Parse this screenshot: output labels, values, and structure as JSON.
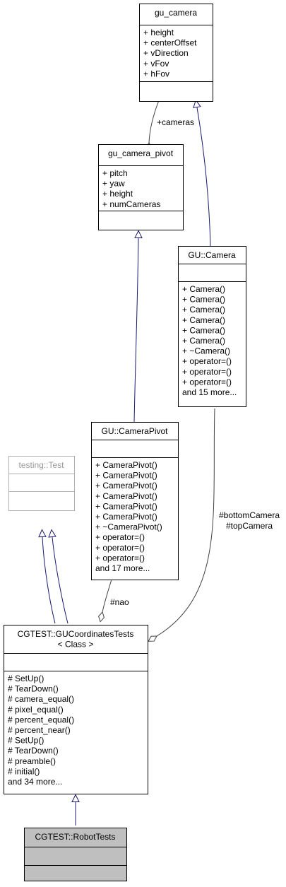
{
  "classes": {
    "gu_camera": {
      "title": [
        "gu_camera"
      ],
      "attributes": [
        "+ height",
        "+ centerOffset",
        "+ vDirection",
        "+ vFov",
        "+ hFov"
      ],
      "methods": []
    },
    "gu_camera_pivot": {
      "title": [
        "gu_camera_pivot"
      ],
      "attributes": [
        "+ pitch",
        "+ yaw",
        "+ height",
        "+ numCameras"
      ],
      "methods": []
    },
    "gu_camera_cls": {
      "title": [
        "GU::Camera"
      ],
      "attributes": [],
      "methods": [
        "+ Camera()",
        "+ Camera()",
        "+ Camera()",
        "+ Camera()",
        "+ Camera()",
        "+ Camera()",
        "+ ~Camera()",
        "+ operator=()",
        "+ operator=()",
        "+ operator=()",
        "and 15 more..."
      ]
    },
    "gu_camerapivot_cls": {
      "title": [
        "GU::CameraPivot"
      ],
      "attributes": [],
      "methods": [
        "+ CameraPivot()",
        "+ CameraPivot()",
        "+ CameraPivot()",
        "+ CameraPivot()",
        "+ CameraPivot()",
        "+ CameraPivot()",
        "+ ~CameraPivot()",
        "+ operator=()",
        "+ operator=()",
        "+ operator=()",
        "and 17 more..."
      ]
    },
    "testing_test": {
      "title": [
        "testing::Test"
      ],
      "attributes": [],
      "methods": []
    },
    "gucoordinates_tests": {
      "title": [
        "CGTEST::GUCoordinatesTests",
        "< Class >"
      ],
      "attributes": [],
      "methods": [
        "# SetUp()",
        "# TearDown()",
        "# camera_equal()",
        "# pixel_equal()",
        "# percent_equal()",
        "# percent_near()",
        "# SetUp()",
        "# TearDown()",
        "# preamble()",
        "# initial()",
        "and 34 more..."
      ]
    },
    "robot_tests": {
      "title": [
        "CGTEST::RobotTests"
      ],
      "attributes": [],
      "methods": []
    }
  },
  "edge_labels": {
    "cameras": "+cameras",
    "nao": "#nao",
    "camera_members": [
      "#bottomCamera",
      "#topCamera"
    ]
  }
}
